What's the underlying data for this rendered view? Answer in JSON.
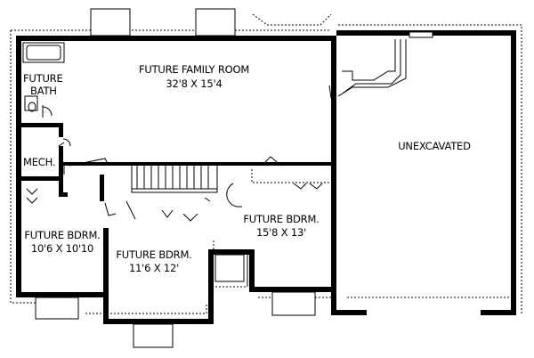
{
  "rooms": {
    "family_room": {
      "name": "FUTURE FAMILY ROOM",
      "dims": "32'8 X 15'4"
    },
    "bath": {
      "name_line1": "FUTURE",
      "name_line2": "BATH"
    },
    "mech": {
      "name": "MECH."
    },
    "unexcavated": {
      "name": "UNEXCAVATED"
    },
    "bdrm_left": {
      "name": "FUTURE BDRM.",
      "dims": "10'6 X 10'10"
    },
    "bdrm_center": {
      "name": "FUTURE BDRM.",
      "dims": "11'6 X 12'"
    },
    "bdrm_right": {
      "name": "FUTURE BDRM.",
      "dims": "15'8 X 13'"
    }
  }
}
